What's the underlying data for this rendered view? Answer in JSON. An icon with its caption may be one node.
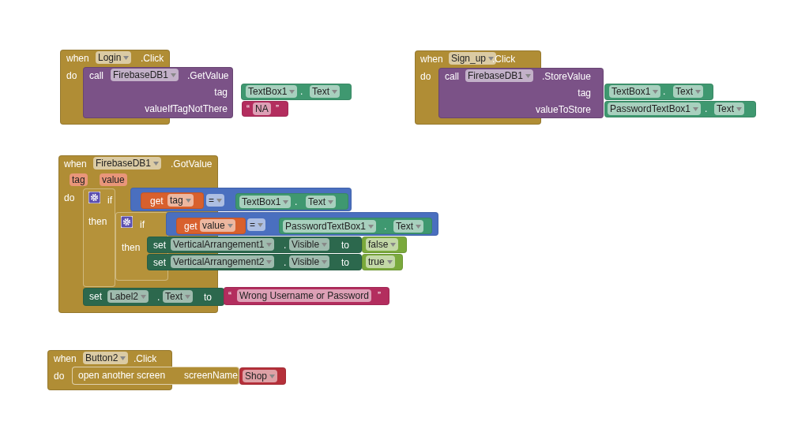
{
  "diagram": {
    "nodes": [
      {
        "text": [
          "when",
          "Login",
          ".Click",
          "do"
        ]
      },
      {
        "text": [
          "call",
          "FirebaseDB1",
          ".GetValue",
          "tag",
          "valueIfTagNotThere"
        ]
      },
      {
        "text": [
          "TextBox1",
          ".",
          "Text"
        ]
      },
      {
        "text": [
          "“",
          "NA",
          "”"
        ]
      },
      {
        "text": [
          "when",
          "Sign_up",
          ".Click",
          "do"
        ]
      },
      {
        "text": [
          "call",
          "FirebaseDB1",
          ".StoreValue",
          "tag",
          "valueToStore"
        ]
      },
      {
        "text": [
          "TextBox1",
          ".",
          "Text"
        ]
      },
      {
        "text": [
          "PasswordTextBox1",
          ".",
          "Text"
        ]
      },
      {
        "text": [
          "when",
          "FirebaseDB1",
          ".GotValue",
          "tag",
          "value",
          "do"
        ]
      },
      {
        "text": [
          "if",
          "then"
        ],
        "in": 8
      },
      {
        "text": [
          "="
        ]
      },
      {
        "text": [
          "get",
          "tag"
        ]
      },
      {
        "text": [
          "TextBox1",
          ".",
          "Text"
        ],
        "in": 10
      },
      {
        "text": [
          "if",
          "then"
        ],
        "in": 8
      },
      {
        "text": [
          "="
        ]
      },
      {
        "text": [
          "get",
          "value"
        ],
        "in": 14
      },
      {
        "text": [
          "PasswordTextBox1",
          ".",
          "Text"
        ],
        "in": 14
      },
      {
        "text": [
          "set",
          "VerticalArrangement1",
          ".",
          "Visible",
          "to"
        ]
      },
      {
        "text": [
          "false"
        ]
      },
      {
        "text": [
          "set",
          "VerticalArrangement2",
          ".",
          "Visible",
          "to"
        ]
      },
      {
        "text": [
          "true"
        ]
      },
      {
        "text": [
          "set",
          "Label2",
          ".",
          "Text",
          "to"
        ],
        "in": 8
      },
      {
        "text": [
          "“",
          "Wrong Username or Password",
          "”"
        ]
      },
      {
        "text": [
          "when",
          "Button2",
          ".Click",
          "do"
        ]
      },
      {
        "text": [
          "open another screen",
          "screenName"
        ]
      },
      {
        "text": [
          "Shop"
        ]
      }
    ]
  }
}
